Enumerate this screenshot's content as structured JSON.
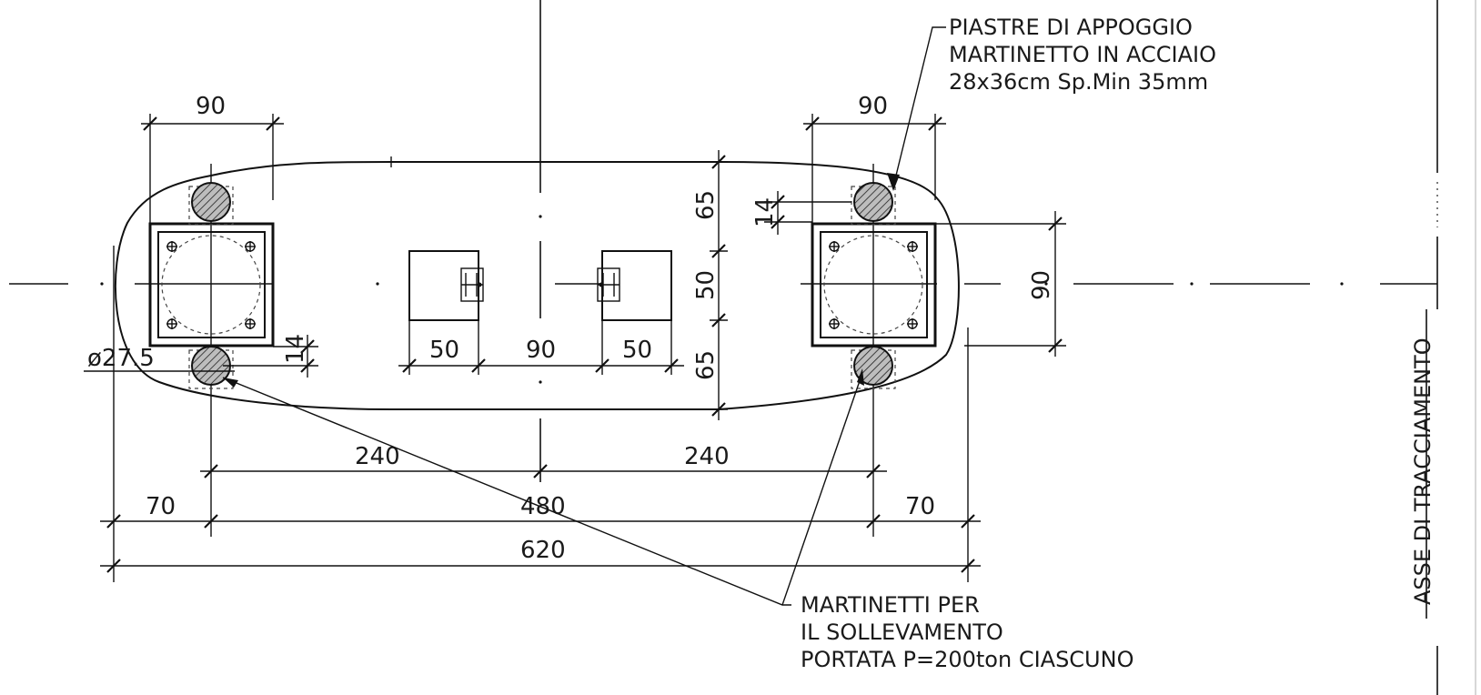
{
  "dimensions": {
    "top_left_90": "90",
    "top_right_90": "90",
    "vertical_65_top": "65",
    "vertical_50": "50",
    "vertical_65_bottom": "65",
    "vertical_14_right": "14",
    "vertical_90_right": "90",
    "horizontal_14_left": "14",
    "diameter": "ø27.5",
    "span_50_left": "50",
    "span_90_center": "90",
    "span_50_right": "50",
    "span_240_left": "240",
    "span_240_right": "240",
    "span_70_left": "70",
    "span_480": "480",
    "span_70_right": "70",
    "span_620": "620"
  },
  "notes": {
    "plates": {
      "line1": "PIASTRE DI APPOGGIO",
      "line2": "MARTINETTO IN ACCIAIO",
      "line3": "28x36cm Sp.Min 35mm"
    },
    "jacks": {
      "line1": "MARTINETTI PER",
      "line2": "IL SOLLEVAMENTO",
      "line3": "PORTATA P=200ton CIASCUNO"
    }
  },
  "axis_label": "ASSE DI TRACCIAMENTO"
}
